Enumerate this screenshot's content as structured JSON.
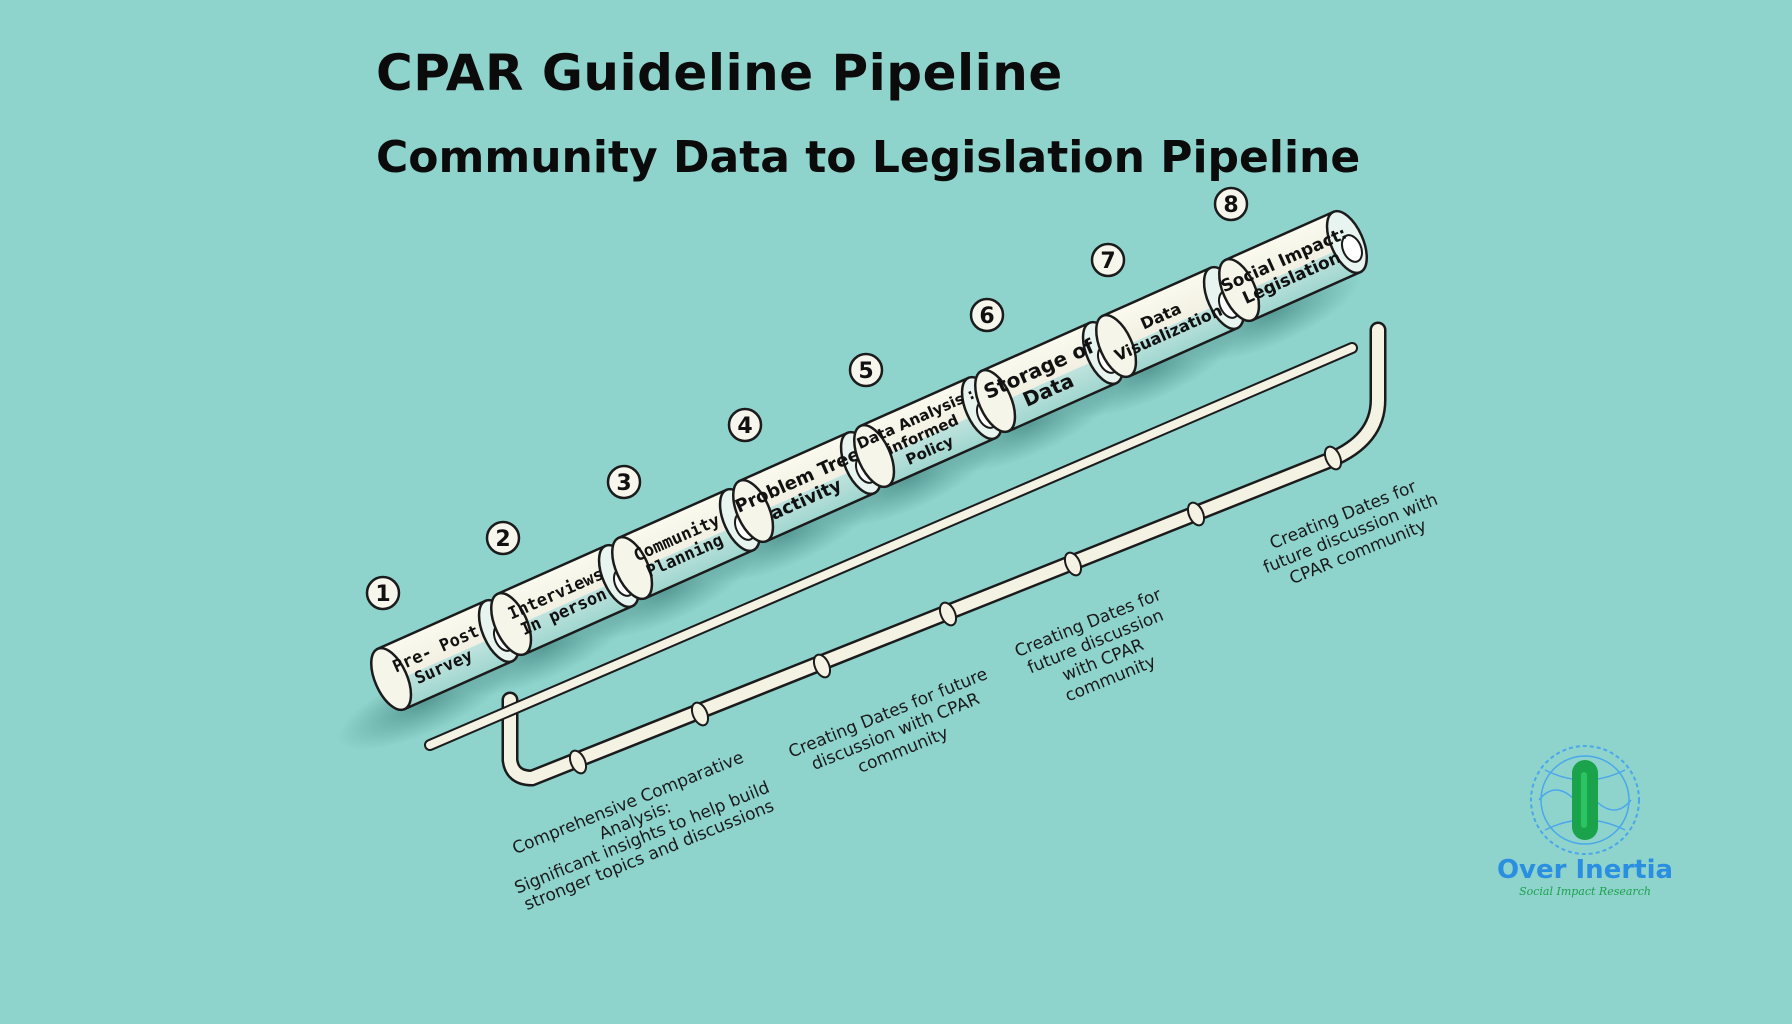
{
  "header": {
    "title": "CPAR Guideline Pipeline",
    "subtitle": "Community Data to Legislation Pipeline"
  },
  "stages": [
    {
      "number": "1",
      "lines": [
        "Pre- Post",
        "Survey"
      ]
    },
    {
      "number": "2",
      "lines": [
        "Interviews",
        "In person"
      ]
    },
    {
      "number": "3",
      "lines": [
        "Community",
        "Planning"
      ]
    },
    {
      "number": "4",
      "lines": [
        "Problem Tree",
        "activity"
      ]
    },
    {
      "number": "5",
      "lines": [
        "Data Analysis :",
        "informed",
        "Policy"
      ]
    },
    {
      "number": "6",
      "lines": [
        "Storage of",
        "Data"
      ]
    },
    {
      "number": "7",
      "lines": [
        "Data",
        "Visualization"
      ]
    },
    {
      "number": "8",
      "lines": [
        "Social Impact:",
        "Legislation"
      ]
    }
  ],
  "notes": [
    {
      "lines": [
        "Comprehensive Comparative",
        "Analysis:",
        "Significant insights to help build",
        "stronger topics and discussions"
      ]
    },
    {
      "lines": [
        "Creating Dates for future",
        "discussion with CPAR",
        "community"
      ]
    },
    {
      "lines": [
        "Creating Dates for",
        "future discussion",
        "with CPAR",
        "community"
      ]
    },
    {
      "lines": [
        "Creating Dates for",
        "future discussion with",
        "CPAR community"
      ]
    }
  ],
  "logo": {
    "name": "Over Inertia",
    "tagline": "Social Impact Research"
  },
  "colors": {
    "background": "#8fd3cd",
    "cylinder_body": "#f4f3e6",
    "cylinder_shade": "#a9dcd6",
    "pipe": "#f4f2e2",
    "outline": "#1b1b1b",
    "logo_blue": "#2a8fe0",
    "logo_green": "#1aa34a"
  }
}
